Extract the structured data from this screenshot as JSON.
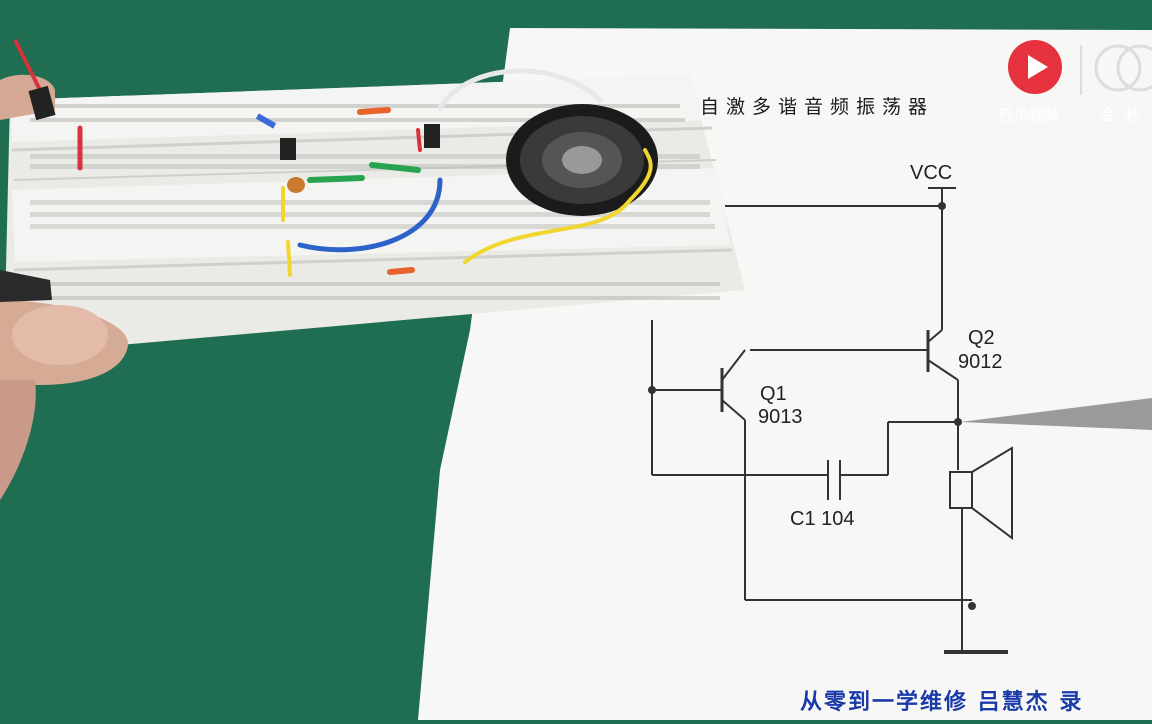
{
  "image": {
    "title": "自激多谐音频振荡器",
    "vcc_label": "VCC",
    "q2": {
      "name": "Q2",
      "part": "9012"
    },
    "q1": {
      "name": "Q1",
      "part": "9013"
    },
    "capacitor": "C1 104",
    "watermark_left": "西瓜视频",
    "watermark_right": "金秒",
    "caption": "从零到一学维修 吕慧杰 录"
  },
  "colors": {
    "table_green": "#1f6e52",
    "paper": "#f7f7f5",
    "breadboard": "#f1f1ef",
    "logo_red": "#e5323e",
    "caption_blue": "#1a3aa8"
  }
}
